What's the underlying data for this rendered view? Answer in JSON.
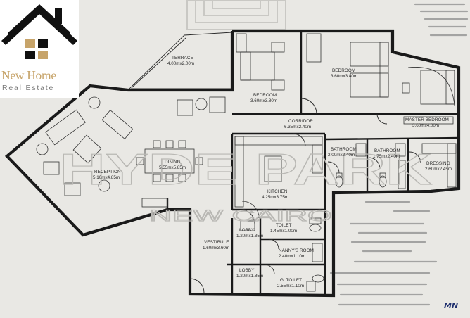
{
  "brand": {
    "name": "New Home",
    "tagline": "Real Estate"
  },
  "watermark": {
    "line1": "HYDE PARK",
    "line2": "NEW CAIRO"
  },
  "rooms": [
    {
      "id": "terrace",
      "name": "TERRACE",
      "size": "4.00mx2.00m"
    },
    {
      "id": "bedroom1",
      "name": "BEDROOM",
      "size": "3.60mx3.80m"
    },
    {
      "id": "bedroom2",
      "name": "BEDROOM",
      "size": "3.60mx3.80m"
    },
    {
      "id": "master",
      "name": "MASTER BEDROOM",
      "size": "3.60mx4.00m"
    },
    {
      "id": "corridor",
      "name": "CORRIDOR",
      "size": "6.35mx2.40m"
    },
    {
      "id": "bath1",
      "name": "BATHROOM",
      "size": "2.00mx2.40m"
    },
    {
      "id": "bath2",
      "name": "BATHROOM",
      "size": "1.75mx2.40m"
    },
    {
      "id": "dressing",
      "name": "DRESSING",
      "size": "2.60mx2.45m"
    },
    {
      "id": "reception",
      "name": "RECEPTION",
      "size": "5.10mx4.85m"
    },
    {
      "id": "dining",
      "name": "DINING",
      "size": "5.55mx5.85m"
    },
    {
      "id": "kitchen",
      "name": "KITCHEN",
      "size": "4.25mx3.75m"
    },
    {
      "id": "toilet",
      "name": "TOILET",
      "size": "1.45mx1.00m"
    },
    {
      "id": "lobby1",
      "name": "LOBBY",
      "size": "1.20mx1.35m"
    },
    {
      "id": "vestibule",
      "name": "VESTIBULE",
      "size": "1.60mx3.60m"
    },
    {
      "id": "nanny",
      "name": "NANNY'S ROOM",
      "size": "2.40mx1.10m"
    },
    {
      "id": "lobby2",
      "name": "LOBBY",
      "size": "1.20mx1.85m"
    },
    {
      "id": "gtoilet",
      "name": "G. TOILET",
      "size": "2.55mx1.10m"
    }
  ],
  "signature": "MN",
  "colors": {
    "paper": "#e9e8e4",
    "wall": "#1a1a1a",
    "brand_gold": "#c7a46a",
    "brand_dark": "#111111",
    "signature_ink": "#1f2f6e"
  }
}
